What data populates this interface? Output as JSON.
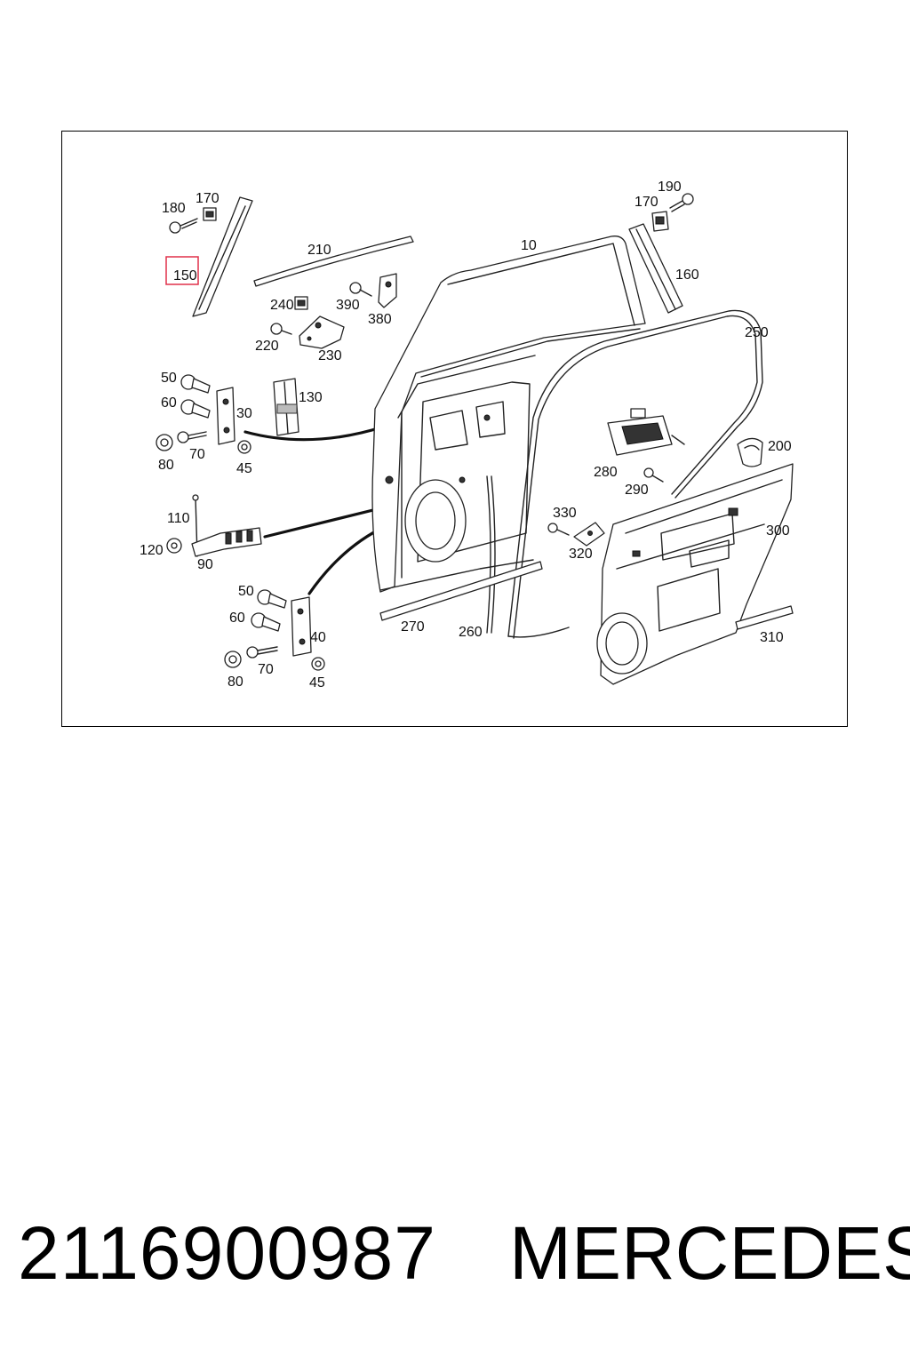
{
  "diagram": {
    "highlighted_part": "150",
    "labels": {
      "l10": "10",
      "l30": "30",
      "l40": "40",
      "l45a": "45",
      "l45b": "45",
      "l50a": "50",
      "l50b": "50",
      "l60a": "60",
      "l60b": "60",
      "l70a": "70",
      "l70b": "70",
      "l80a": "80",
      "l80b": "80",
      "l90": "90",
      "l110": "110",
      "l120": "120",
      "l130": "130",
      "l150": "150",
      "l160": "160",
      "l170a": "170",
      "l170b": "170",
      "l180": "180",
      "l190": "190",
      "l200": "200",
      "l210": "210",
      "l220": "220",
      "l230": "230",
      "l240": "240",
      "l250": "250",
      "l260": "260",
      "l270": "270",
      "l280": "280",
      "l290": "290",
      "l300": "300",
      "l310": "310",
      "l320": "320",
      "l330": "330",
      "l380": "380",
      "l390": "390"
    }
  },
  "footer": {
    "part_number": "2116900987",
    "brand": "MERCEDES"
  }
}
